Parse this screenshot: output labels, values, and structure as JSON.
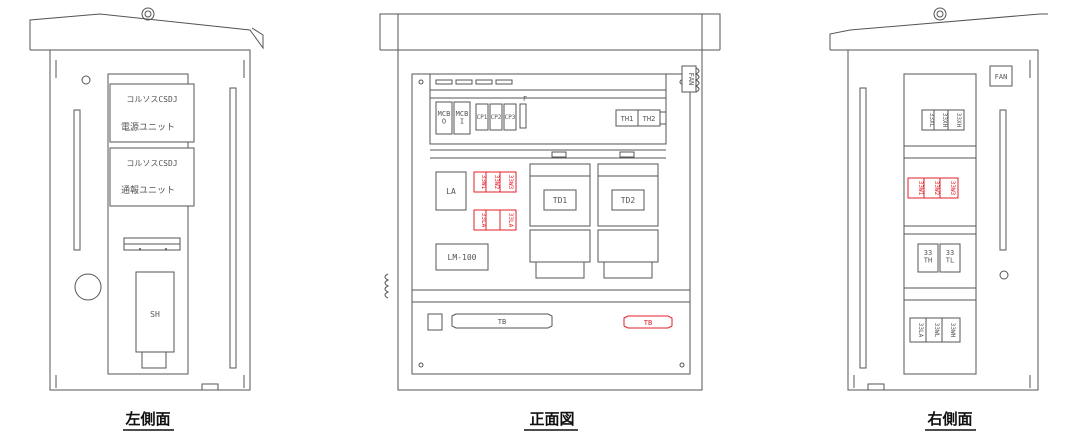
{
  "left_view": {
    "caption": "左側面",
    "unit1": {
      "line1": "コルソスCSDJ",
      "line2": "電源ユニット"
    },
    "unit2": {
      "line1": "コルソスCSDJ",
      "line2": "通報ユニット"
    },
    "sh": "SH"
  },
  "front_view": {
    "caption": "正面図",
    "fan": "FAN",
    "breakers": [
      "MCB\nO",
      "MCB\nI",
      "CP1",
      "CP2",
      "CP3"
    ],
    "f": "F",
    "thermal": [
      "TH1",
      "TH2"
    ],
    "la": "LA",
    "lm": "LM-100",
    "relays_top": [
      "33W1",
      "33W2",
      "33W3"
    ],
    "relays_bottom": [
      "33LA",
      "33LA"
    ],
    "td1": "TD1",
    "td2": "TD2",
    "tb_main": "TB",
    "tb_red": "TB"
  },
  "right_view": {
    "caption": "右側面",
    "fan": "FAN",
    "relays_top": [
      "33XL",
      "33XH",
      "33XH"
    ],
    "relays_red": [
      "33W1",
      "33W2",
      "33W3"
    ],
    "th": "33\nTH",
    "tl": "33\nTL",
    "relays_bottom": [
      "33LA",
      "33WL",
      "33WH"
    ]
  },
  "colors": {
    "line": "#555555",
    "highlight": "#e0202a"
  }
}
